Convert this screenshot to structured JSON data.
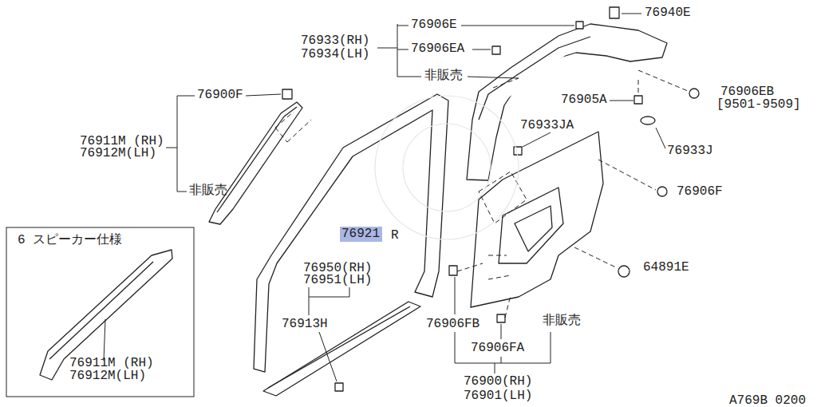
{
  "diagram": {
    "nodes": [
      {
        "text": [
          "6 スピーカー仕様",
          "76911M (RH)",
          "76912M(LH)"
        ]
      },
      {
        "text": [
          "76921"
        ]
      }
    ],
    "labels": [
      "76906E",
      "76940E",
      "76933(RH)",
      "76934(LH)",
      "76906EA",
      "非販売",
      "76900F",
      "76906EB",
      "[9501-9509]",
      "76905A",
      "76933JA",
      "76933J",
      "76911M (RH)",
      "76912M(LH)",
      "非販売",
      "76906F",
      "R",
      "76950(RH)",
      "76951(LH)",
      "64891E",
      "76913H",
      "76906FB",
      "非販売",
      "76906FA",
      "76900(RH)",
      "76901(LH)",
      "A769B 0200"
    ]
  }
}
